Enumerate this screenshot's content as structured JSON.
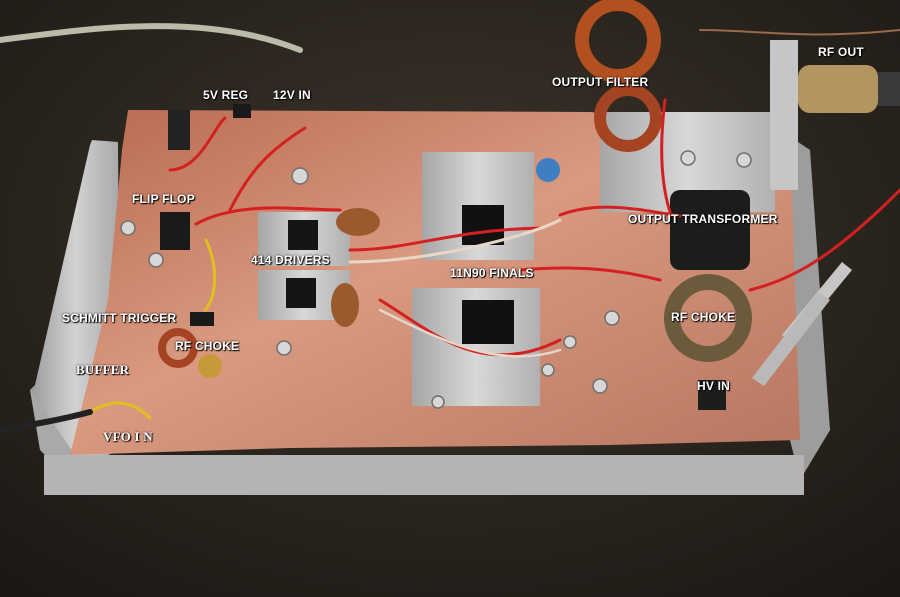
{
  "labels": {
    "five_v_reg": "5V REG",
    "twelve_v_in": "12V IN",
    "output_filter": "OUTPUT FILTER",
    "rf_out": "RF OUT",
    "flip_flop": "FLIP FLOP",
    "output_transformer": "OUTPUT TRANSFORMER",
    "drivers": "414 DRIVERS",
    "finals": "11N90 FINALS",
    "schmitt_trigger": "SCHMITT TRIGGER",
    "rf_choke_left": "RF CHOKE",
    "rf_choke_right": "RF CHOKE",
    "buffer": "BUFFER",
    "hv_in": "HV IN",
    "vfo_in": "VFO I N"
  },
  "colors": {
    "copper": "#c8806a",
    "aluminum": "#b8b8b8",
    "workbench": "#2a2520",
    "wire_red": "#d42020",
    "wire_yellow": "#e0c020",
    "label_text": "#ffffff"
  }
}
